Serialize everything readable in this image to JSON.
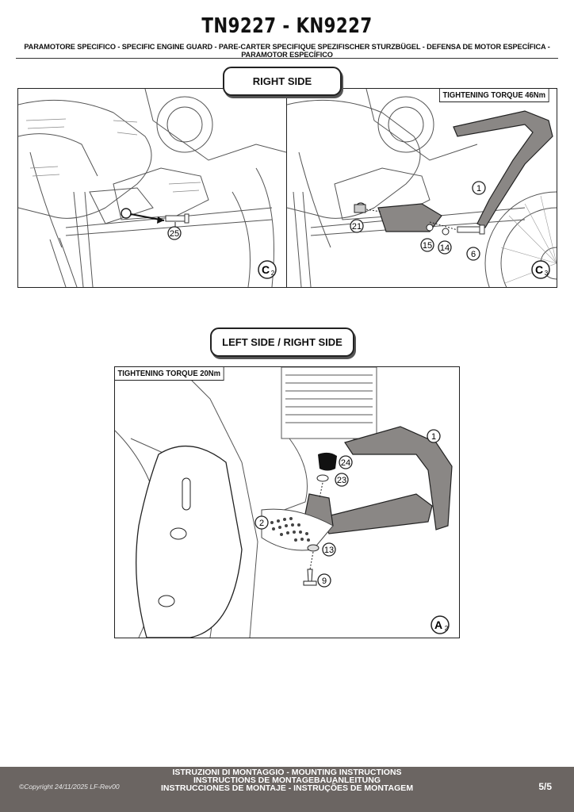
{
  "header": {
    "title": "TN9227 - KN9227",
    "subtitle": "PARAMOTORE SPECIFICO  -  SPECIFIC ENGINE GUARD - PARE-CARTER SPECIFIQUE SPEZIFISCHER STURZBÜGEL - DEFENSA DE MOTOR ESPECÍFICA - PARAMOTOR ESPECÍFICO"
  },
  "section_top": {
    "label": "RIGHT SIDE",
    "panel_c2": {
      "tag": "C",
      "tag_sub": "2",
      "part": "25"
    },
    "panel_c3": {
      "torque": "TIGHTENING TORQUE 46Nm",
      "tag": "C",
      "tag_sub": "3",
      "parts": [
        "1",
        "21",
        "15",
        "14",
        "6"
      ]
    }
  },
  "section_bottom": {
    "label": "LEFT SIDE / RIGHT SIDE",
    "panel_a2": {
      "torque": "TIGHTENING TORQUE 20Nm",
      "tag": "A",
      "tag_sub": "2",
      "parts": [
        "1",
        "24",
        "23",
        "2",
        "13",
        "9"
      ]
    }
  },
  "footer": {
    "line1": "ISTRUZIONI DI MONTAGGIO  -  MOUNTING INSTRUCTIONS",
    "line2": "INSTRUCTIONS DE MONTAGEBAUANLEITUNG",
    "line3": "INSTRUCCIONES DE MONTAJE - INSTRUÇÕES DE MONTAGEM",
    "copyright": "©Copyright 24/11/2025 LF-Rev00",
    "page": "5/5"
  },
  "colors": {
    "footer_bg": "#6b6562",
    "part_fill": "#8a8785",
    "line": "#222222"
  }
}
